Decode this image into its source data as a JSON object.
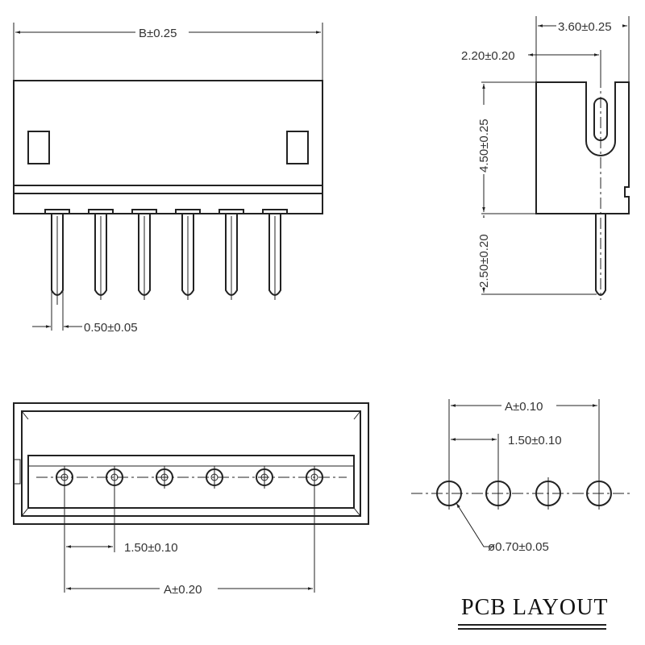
{
  "top_view": {
    "width_label": "B±0.25",
    "pin_width_label": "0.50±0.05"
  },
  "side_view": {
    "depth_label": "3.60±0.25",
    "slot_label": "2.20±0.20",
    "body_height_label": "4.50±0.25",
    "pin_length_label": "2.50±0.20"
  },
  "bottom_view": {
    "pitch_label": "1.50±0.10",
    "total_label": "A±0.20"
  },
  "pcb_layout": {
    "title": "PCB LAYOUT",
    "span_label": "A±0.10",
    "pitch_label": "1.50±0.10",
    "hole_label": "ø0.70±0.05"
  }
}
